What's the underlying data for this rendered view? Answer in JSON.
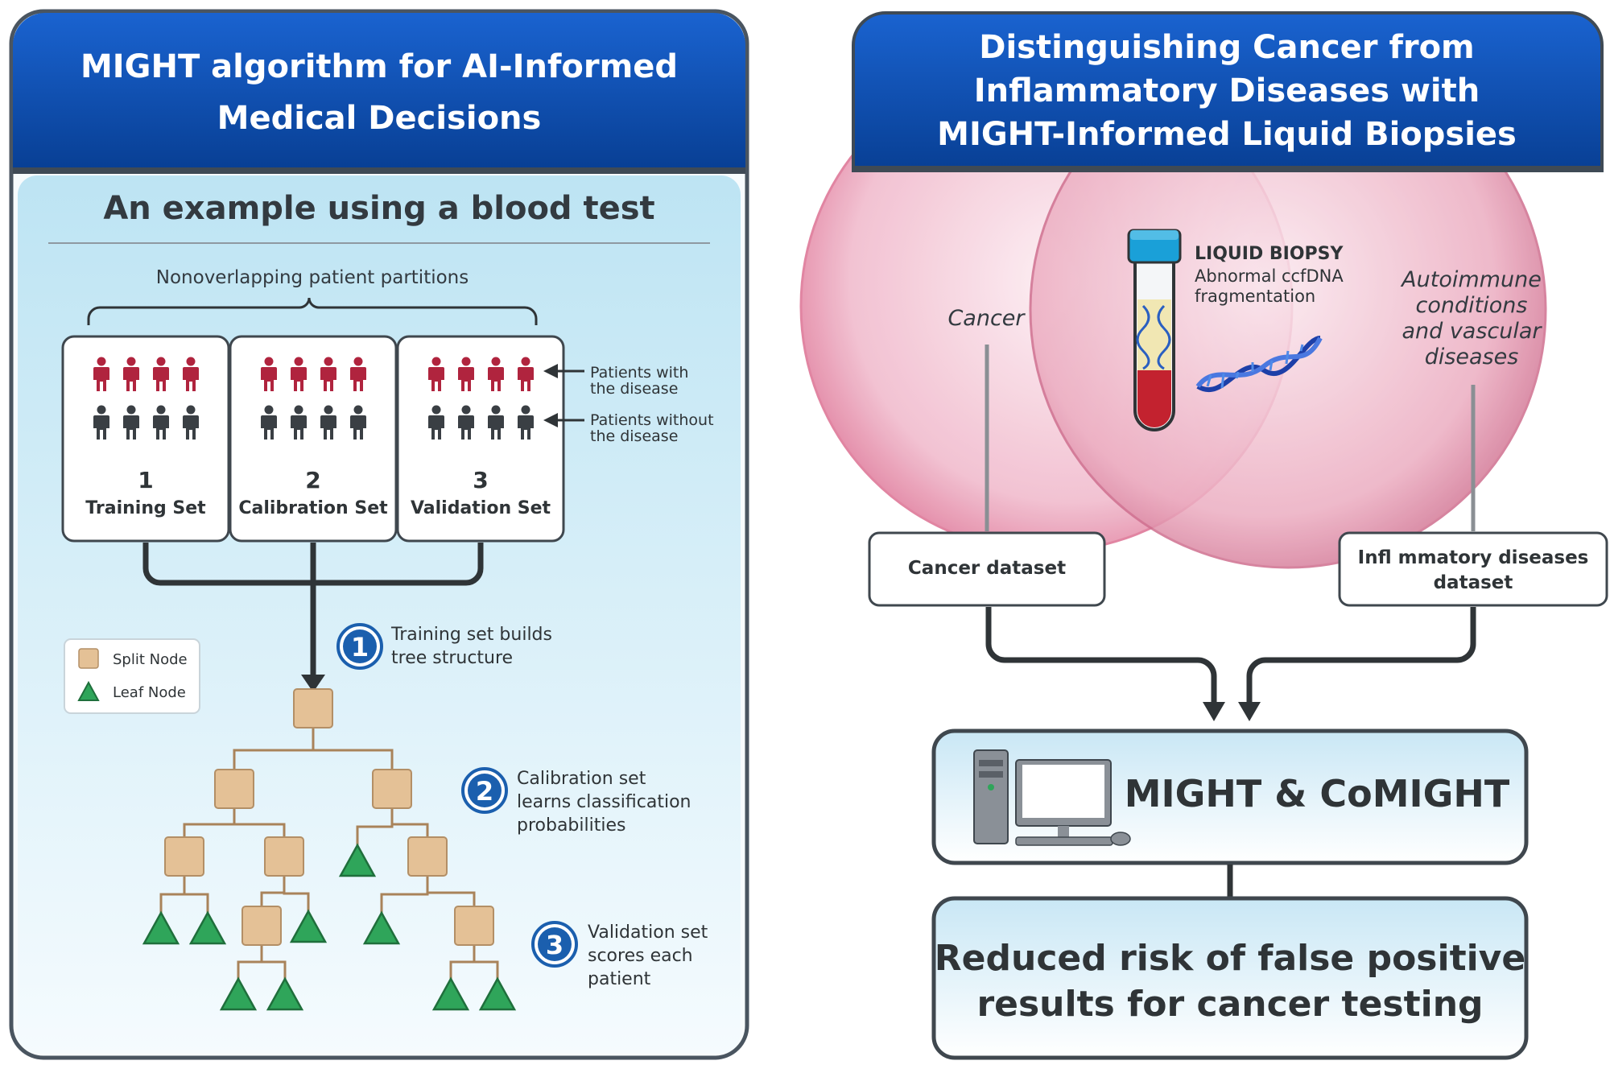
{
  "left_panel": {
    "title_line1": "MIGHT algorithm for AI-Informed",
    "title_line2": "Medical Decisions",
    "subtitle": "An example using a blood test",
    "partitions_label": "Nonoverlapping patient partitions",
    "sets": [
      {
        "number": "1",
        "label": "Training Set"
      },
      {
        "number": "2",
        "label": "Calibration Set"
      },
      {
        "number": "3",
        "label": "Validation Set"
      }
    ],
    "patients_with_line1": "Patients with",
    "patients_with_line2": "the disease",
    "patients_without_line1": "Patients without",
    "patients_without_line2": "the disease",
    "legend": {
      "split_node": "Split Node",
      "leaf_node": "Leaf Node"
    },
    "steps": [
      {
        "number": "1",
        "line1": "Training set builds",
        "line2": "tree structure",
        "line3": ""
      },
      {
        "number": "2",
        "line1": "Calibration set",
        "line2": "learns classification",
        "line3": "probabilities"
      },
      {
        "number": "3",
        "line1": "Validation set",
        "line2": "scores each",
        "line3": "patient"
      }
    ]
  },
  "right_panel": {
    "title_line1": "Distinguishing Cancer from",
    "title_line2": "Inflammatory Diseases with",
    "title_line3": "MIGHT-Informed Liquid Biopsies",
    "cancer_label": "Cancer",
    "autoimmune_line1": "Autoimmune",
    "autoimmune_line2": "conditions",
    "autoimmune_line3": "and vascular",
    "autoimmune_line4": "diseases",
    "liquid_biopsy_title": "LIQUID BIOPSY",
    "liquid_biopsy_line1": "Abnormal ccfDNA",
    "liquid_biopsy_line2": "fragmentation",
    "cancer_dataset": "Cancer dataset",
    "inflammatory_dataset_line1": "Infl mmatory diseases",
    "inflammatory_dataset_line2": "dataset",
    "might_label": "MIGHT & CoMIGHT",
    "result_line1": "Reduced risk of false positive",
    "result_line2": "results for cancer testing"
  },
  "colors": {
    "header_blue": "#0a4fb5",
    "panel_border": "#4a5560",
    "panel_bg": "#cfeaf6",
    "disease_red": "#b0243e",
    "healthy_dark": "#3a3f44",
    "split_node": "#e4c196",
    "leaf_node": "#2fa55a",
    "step_circle": "#1b5fae",
    "venn_pink": "#e88aa8"
  }
}
